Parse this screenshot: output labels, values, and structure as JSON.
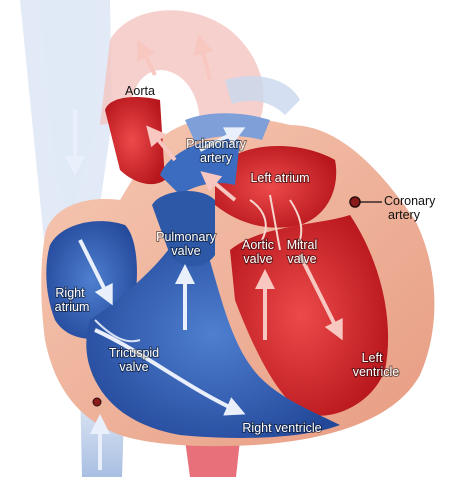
{
  "labels": {
    "aorta": "Aorta",
    "pulmonary_artery": [
      "Pulmonary",
      "artery"
    ],
    "left_atrium": "Left atrium",
    "coronary_artery": [
      "Coronary",
      "artery"
    ],
    "pulmonary_valve": [
      "Pulmonary",
      "valve"
    ],
    "aortic_valve": [
      "Aortic",
      "valve"
    ],
    "mitral_valve": [
      "Mitral",
      "valve"
    ],
    "right_atrium": [
      "Right",
      "atrium"
    ],
    "tricuspid_valve": [
      "Tricuspid",
      "valve"
    ],
    "left_ventricle": [
      "Left",
      "ventricle"
    ],
    "right_ventricle": "Right ventricle"
  },
  "colors": {
    "oxygen_poor_blood": "#2f5fb3",
    "oxygen_rich_blood": "#d8262c",
    "heart_wall": "#f2b49a",
    "vessel_light_blue": "#9fb8de",
    "vessel_light_red": "#f3b9b6"
  }
}
